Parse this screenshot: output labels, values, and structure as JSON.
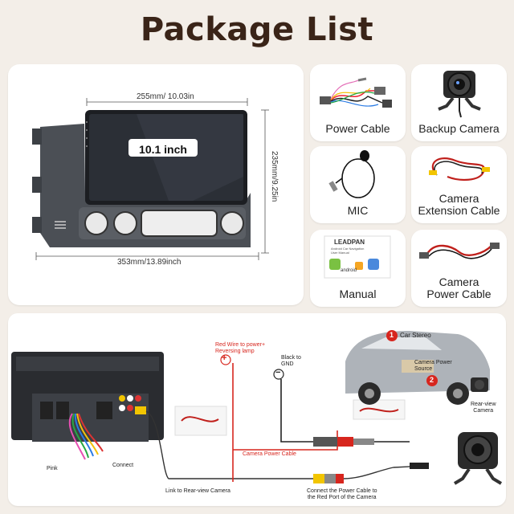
{
  "title": "Package List",
  "main_unit": {
    "screen_label": "10.1 inch",
    "top_dimension": "255mm/ 10.03in",
    "side_dimension": "235mm/9.25in",
    "bottom_dimension": "353mm/13.89inch"
  },
  "items": [
    {
      "label": "Power Cable",
      "icon": "power-cable-icon"
    },
    {
      "label": "Backup Camera",
      "icon": "backup-camera-icon"
    },
    {
      "label": "MIC",
      "icon": "mic-icon"
    },
    {
      "label": "Camera\nExtension Cable",
      "icon": "extension-cable-icon"
    },
    {
      "label": "Manual",
      "icon": "manual-icon"
    },
    {
      "label": "Camera\nPower Cable",
      "icon": "camera-power-cable-icon"
    }
  ],
  "manual": {
    "brand": "LEADPAN",
    "subtitle": "Android Car Navigation\nUser Manual",
    "android_text": "android"
  },
  "wiring": {
    "red_wire_label": "Red Wire to power+\nReversing lamp",
    "black_label": "Black to\nGND",
    "car_stereo": "Car Stereo",
    "camera_power_source": "Camera Power\nSource",
    "rear_view_camera": "Rear-view\nCamera",
    "pink": "Pink",
    "connect": "Connect",
    "camera_power_cable": "Camera Power Cable",
    "link_rear_view": "Link to Rear-view Camera",
    "connect_power_cable": "Connect the Power Cable to\nthe Red Port of the Camera",
    "marker_1": "1",
    "marker_2": "2",
    "plus": "+",
    "minus": "−"
  },
  "colors": {
    "accent_red": "#d7261e",
    "title": "#3a2418",
    "background": "#f3eee8"
  }
}
